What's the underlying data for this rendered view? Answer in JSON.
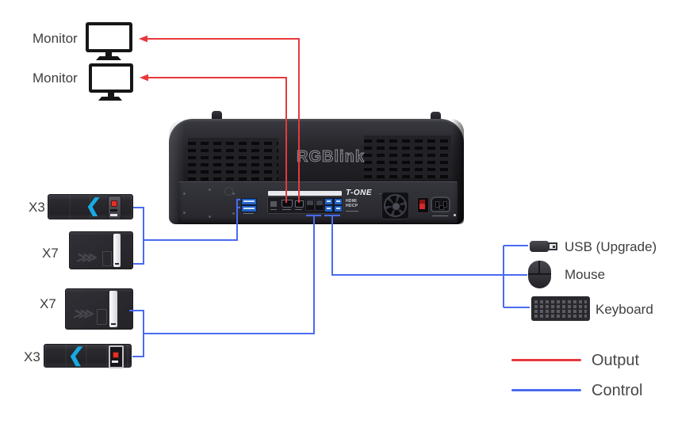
{
  "colors": {
    "output": "#e8393d",
    "control": "#4a6bef",
    "cyan": "#18a9e2"
  },
  "monitors": {
    "top": {
      "label": "Monitor"
    },
    "bottom": {
      "label": "Monitor"
    }
  },
  "device": {
    "brand": "RGBlink",
    "model": "T-ONE",
    "badge_line1": "HDMI",
    "badge_line2": "HDCP"
  },
  "sources": {
    "x3_top": {
      "label": "X3"
    },
    "x7_top": {
      "label": "X7"
    },
    "x7_bottom": {
      "label": "X7"
    },
    "x3_bottom": {
      "label": "X3"
    }
  },
  "peripherals": {
    "usb": {
      "label": "USB (Upgrade)"
    },
    "mouse": {
      "label": "Mouse"
    },
    "keyboard": {
      "label": "Keyboard"
    }
  },
  "legend": {
    "output": {
      "label": "Output"
    },
    "control": {
      "label": "Control"
    }
  }
}
